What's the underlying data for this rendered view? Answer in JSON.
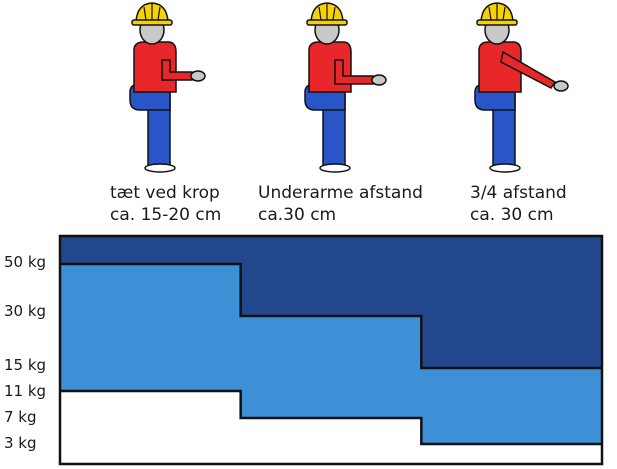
{
  "postures": [
    {
      "line1": "tæt ved krop",
      "line2": "ca. 15-20 cm",
      "arm": "close"
    },
    {
      "line1": "Underarme afstand",
      "line2": "ca.30 cm",
      "arm": "forearm"
    },
    {
      "line1": "3/4 afstand",
      "line2": "ca. 30 cm",
      "arm": "extended"
    }
  ],
  "y_labels": [
    "50 kg",
    "30 kg",
    "15 kg",
    "11 kg",
    "7 kg",
    "3 kg"
  ],
  "colors": {
    "helmet": "#f5d200",
    "shirt": "#e8272b",
    "pants": "#2a55c8",
    "head": "#c8c8c8",
    "zone_high": "#23478c",
    "zone_mid": "#3d8fd6",
    "zone_low": "#ffffff",
    "outline": "#111111"
  },
  "chart_data": {
    "type": "area",
    "categories": [
      "tæt ved krop",
      "Underarme afstand",
      "3/4 afstand"
    ],
    "ytick_labels": [
      "50 kg",
      "30 kg",
      "15 kg",
      "11 kg",
      "7 kg",
      "3 kg"
    ],
    "series": [
      {
        "values": [
          50,
          30,
          15
        ]
      },
      {
        "values": [
          11,
          7,
          3
        ]
      }
    ]
  }
}
